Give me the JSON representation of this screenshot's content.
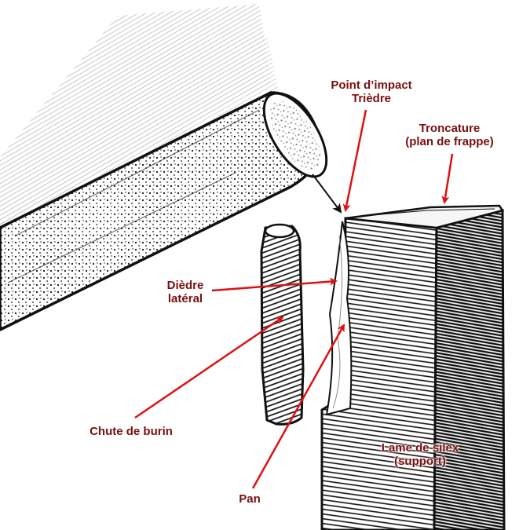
{
  "labels": {
    "point_impact": "Point d’impact",
    "triedre": "Trièdre",
    "troncature": "Troncature",
    "plan_frappe": "(plan de frappe)",
    "diedre": "Dièdre",
    "lateral": "latéral",
    "chute": "Chute de burin",
    "pan": "Pan",
    "lame": "Lame de silex",
    "support": "(support)"
  },
  "colors": {
    "label_text": "#7a0f0f",
    "arrow": "#e01010",
    "ink": "#111111",
    "paper": "#ffffff"
  },
  "icons": {
    "tool": "antler-hammer",
    "blade": "flint-blade",
    "spall": "burin-spall"
  }
}
